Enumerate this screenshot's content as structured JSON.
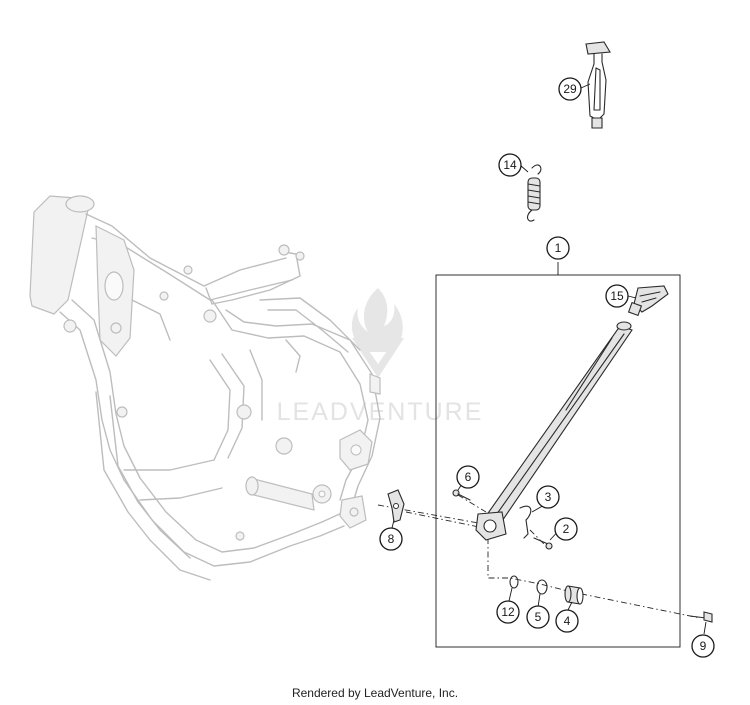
{
  "diagram": {
    "callouts": [
      "1",
      "2",
      "3",
      "4",
      "5",
      "6",
      "8",
      "9",
      "12",
      "14",
      "15",
      "29"
    ]
  },
  "watermark": {
    "text": "LEADVENTURE"
  },
  "footer": {
    "text": "Rendered by LeadVenture, Inc."
  },
  "colors": {
    "frame": "#bdbdbd",
    "part": "#2a2a2a",
    "watermark": "#e3e3e3"
  }
}
